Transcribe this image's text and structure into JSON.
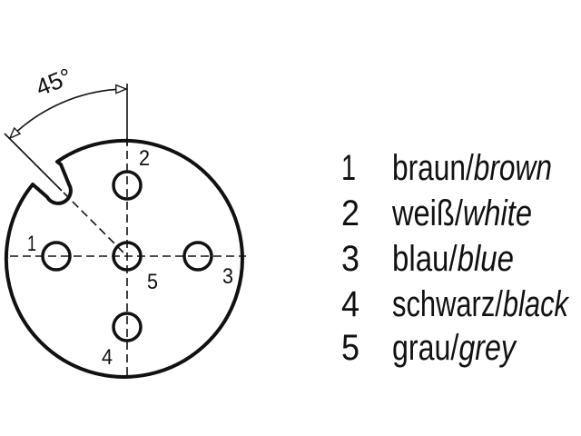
{
  "diagram": {
    "angle_label": "45°",
    "pin_labels": [
      "1",
      "2",
      "3",
      "4",
      "5"
    ]
  },
  "legend": [
    {
      "pin": "1",
      "german": "braun",
      "sep": "/",
      "english": "brown"
    },
    {
      "pin": "2",
      "german": "weiß",
      "sep": "/",
      "english": "white"
    },
    {
      "pin": "3",
      "german": "blau",
      "sep": "/",
      "english": "blue"
    },
    {
      "pin": "4",
      "german": "schwarz",
      "sep": "/",
      "english": "black"
    },
    {
      "pin": "5",
      "german": "grau",
      "sep": "/",
      "english": "grey"
    }
  ]
}
